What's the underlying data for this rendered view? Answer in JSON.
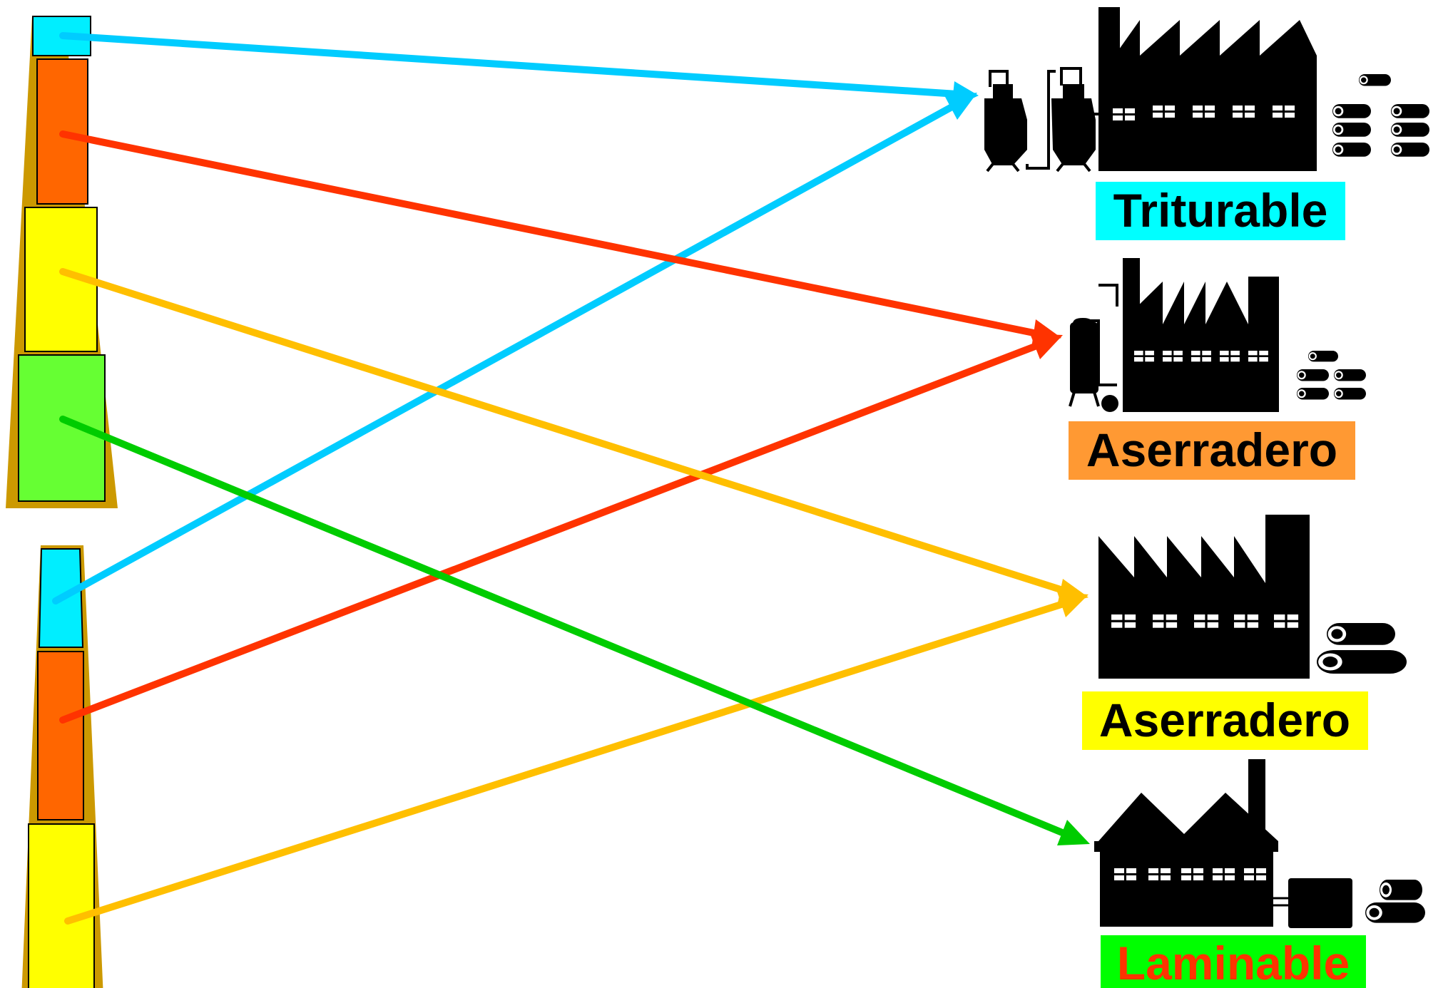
{
  "colors": {
    "cyan": "#00eeff",
    "orange_seg": "#ff6600",
    "yellow_seg": "#ffff00",
    "green_seg": "#66ff33",
    "log_wood": "#cc9900",
    "arrow_cyan": "#00ccff",
    "arrow_red": "#ff3300",
    "arrow_yellow": "#ffbf00",
    "arrow_green": "#00cc00",
    "factory": "#000000"
  },
  "logs": [
    {
      "name": "log-top",
      "segments": [
        "cyan",
        "orange",
        "yellow",
        "green"
      ]
    },
    {
      "name": "log-bottom",
      "segments": [
        "cyan",
        "orange",
        "yellow"
      ]
    }
  ],
  "destinations": [
    {
      "id": "triturable",
      "label": "Triturable",
      "bg": "#00ffff",
      "fg": "#000000",
      "icon": "factory-silos-icon"
    },
    {
      "id": "aserradero-1",
      "label": "Aserradero",
      "bg": "#ff9933",
      "fg": "#000000",
      "icon": "factory-tank-icon"
    },
    {
      "id": "aserradero-2",
      "label": "Aserradero",
      "bg": "#ffff00",
      "fg": "#000000",
      "icon": "factory-icon"
    },
    {
      "id": "laminable",
      "label": "Laminable",
      "bg": "#00ff00",
      "fg": "#ff3300",
      "icon": "factory-gabled-icon"
    }
  ],
  "flows": [
    {
      "from": "log-top cyan",
      "to": "Triturable",
      "color": "cyan"
    },
    {
      "from": "log-top orange",
      "to": "Aserradero (orange)",
      "color": "red"
    },
    {
      "from": "log-top yellow",
      "to": "Aserradero (yellow)",
      "color": "yellow"
    },
    {
      "from": "log-top green",
      "to": "Laminable",
      "color": "green"
    },
    {
      "from": "log-bottom cyan",
      "to": "Triturable",
      "color": "cyan"
    },
    {
      "from": "log-bottom orange",
      "to": "Aserradero (orange)",
      "color": "red"
    },
    {
      "from": "log-bottom yellow",
      "to": "Aserradero (yellow)",
      "color": "yellow"
    }
  ]
}
